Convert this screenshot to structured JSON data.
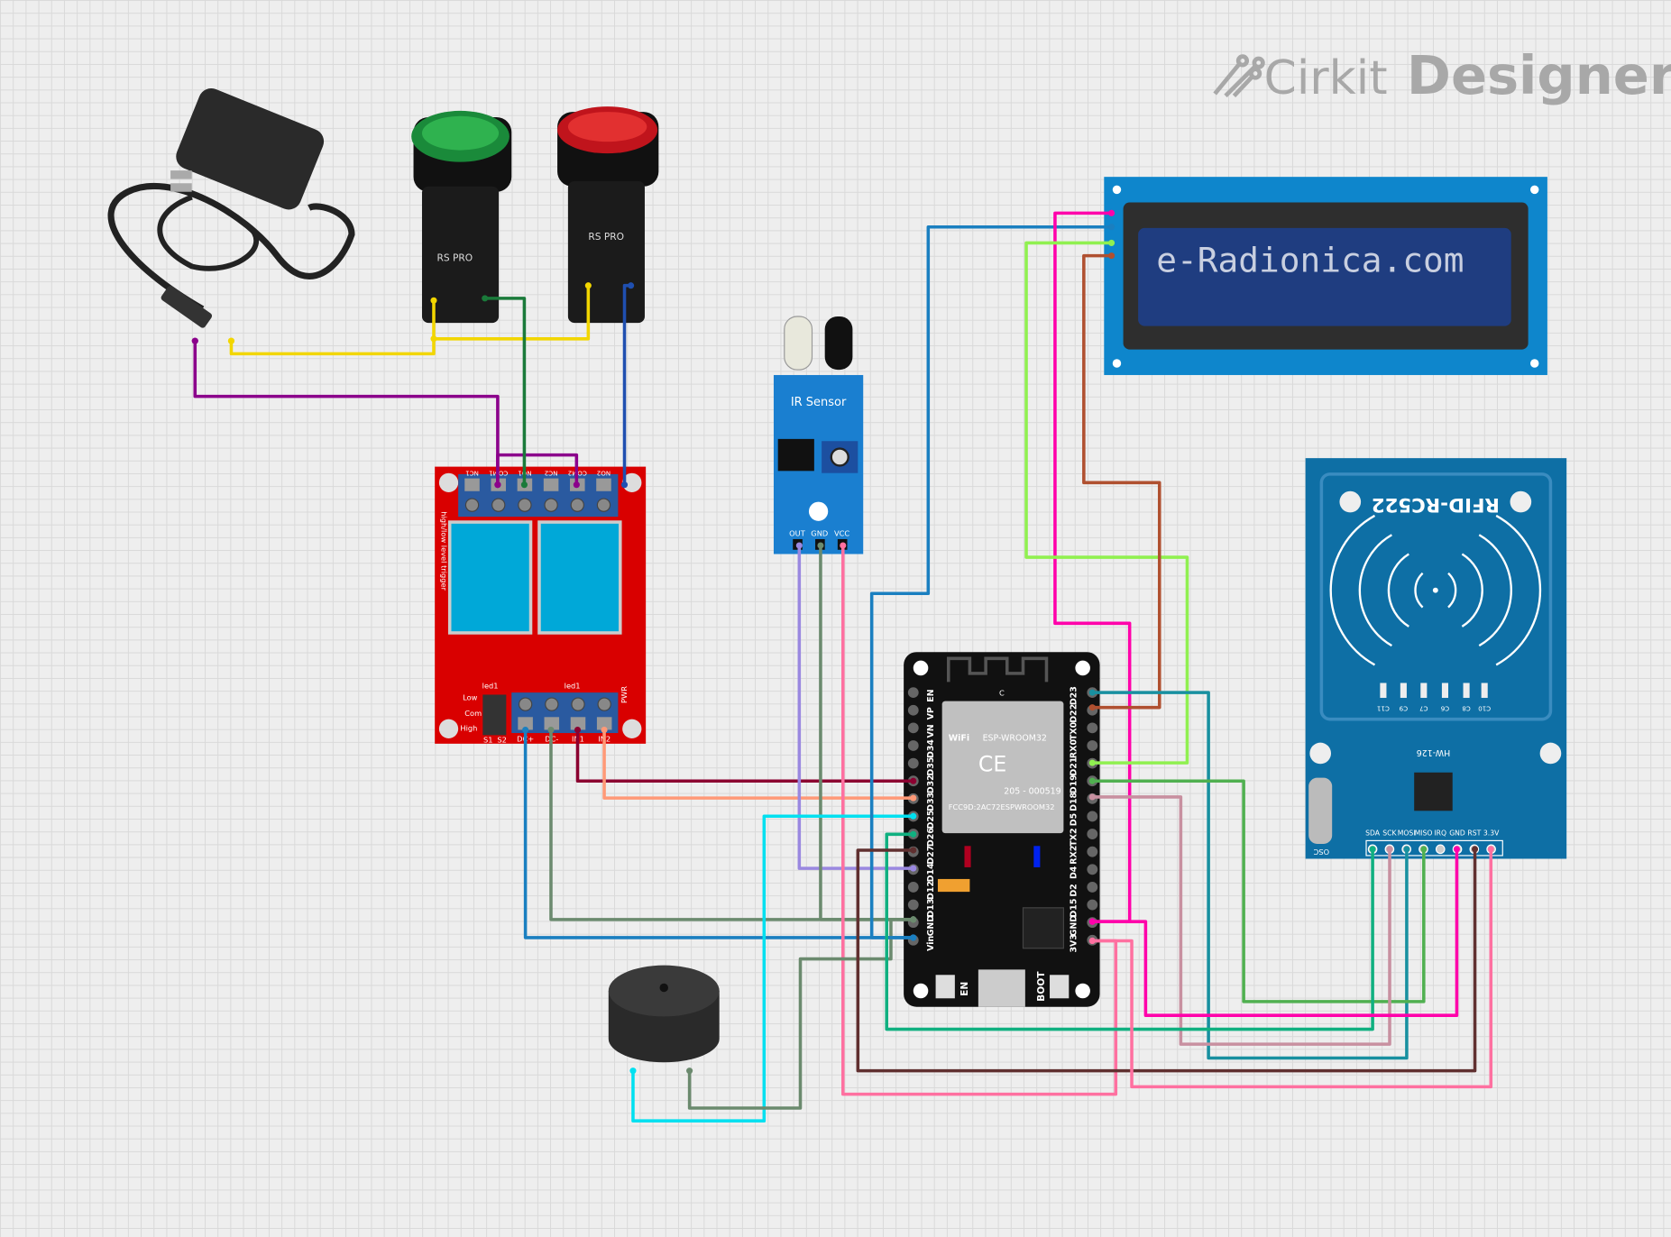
{
  "logo": {
    "brand": "Cirkit",
    "product": "Designer"
  },
  "lcd": {
    "text": "e-Radionica.com"
  },
  "ir_sensor": {
    "title": "IR Sensor",
    "pins": [
      "OUT",
      "GND",
      "VCC"
    ]
  },
  "rfid": {
    "title": "RFID-RC522",
    "model": "HW-126",
    "osc": "OSC",
    "pins": [
      "SDA",
      "SCK",
      "MOSI",
      "MISO",
      "IRQ",
      "GND",
      "RST",
      "3.3V"
    ],
    "caps": [
      "C11",
      "C9",
      "C7",
      "C6",
      "C8",
      "C10"
    ]
  },
  "esp32": {
    "module": "ESP-WROOM32",
    "cert": "205 - 000519",
    "fcc": "FCC9D:2AC72ESPWROOM32",
    "wifi": "WiFi",
    "ce": "CE",
    "c_label": "C",
    "left_pins": [
      "EN",
      "VP",
      "VN",
      "D34",
      "D35",
      "D32",
      "D33",
      "D25",
      "D26",
      "D27",
      "D14",
      "D12",
      "D13",
      "GND",
      "Vin"
    ],
    "right_pins": [
      "D23",
      "D22",
      "TX0",
      "RX0",
      "D21",
      "D19",
      "D18",
      "D5",
      "TX2",
      "RX2",
      "D4",
      "D2",
      "D15",
      "GND",
      "3V3"
    ],
    "en_button": "EN",
    "boot_button": "BOOT"
  },
  "relay": {
    "top_pins": [
      "NC1",
      "COM1",
      "NO1",
      "NC2",
      "COM2",
      "NO2"
    ],
    "bottom_pins": [
      "DC+",
      "DC-",
      "IN1",
      "IN2"
    ],
    "trigger_label": "high/low level trigger",
    "jumper_labels": [
      "Low",
      "Com",
      "High"
    ],
    "jumper_cols": [
      "S1",
      "S2"
    ],
    "led_label": "led1",
    "pwr_label": "PWR"
  },
  "lamps": {
    "brand": "RS PRO",
    "colors": {
      "green": "#1a8a3a",
      "red": "#c0141c"
    }
  },
  "colors": {
    "lcd_board": "#0e86cc",
    "lcd_screen": "#1f3d80",
    "rfid_board": "#0e6fa5",
    "relay_board": "#d90000",
    "esp_board": "#111111",
    "ir_board": "#1a7fd0"
  }
}
